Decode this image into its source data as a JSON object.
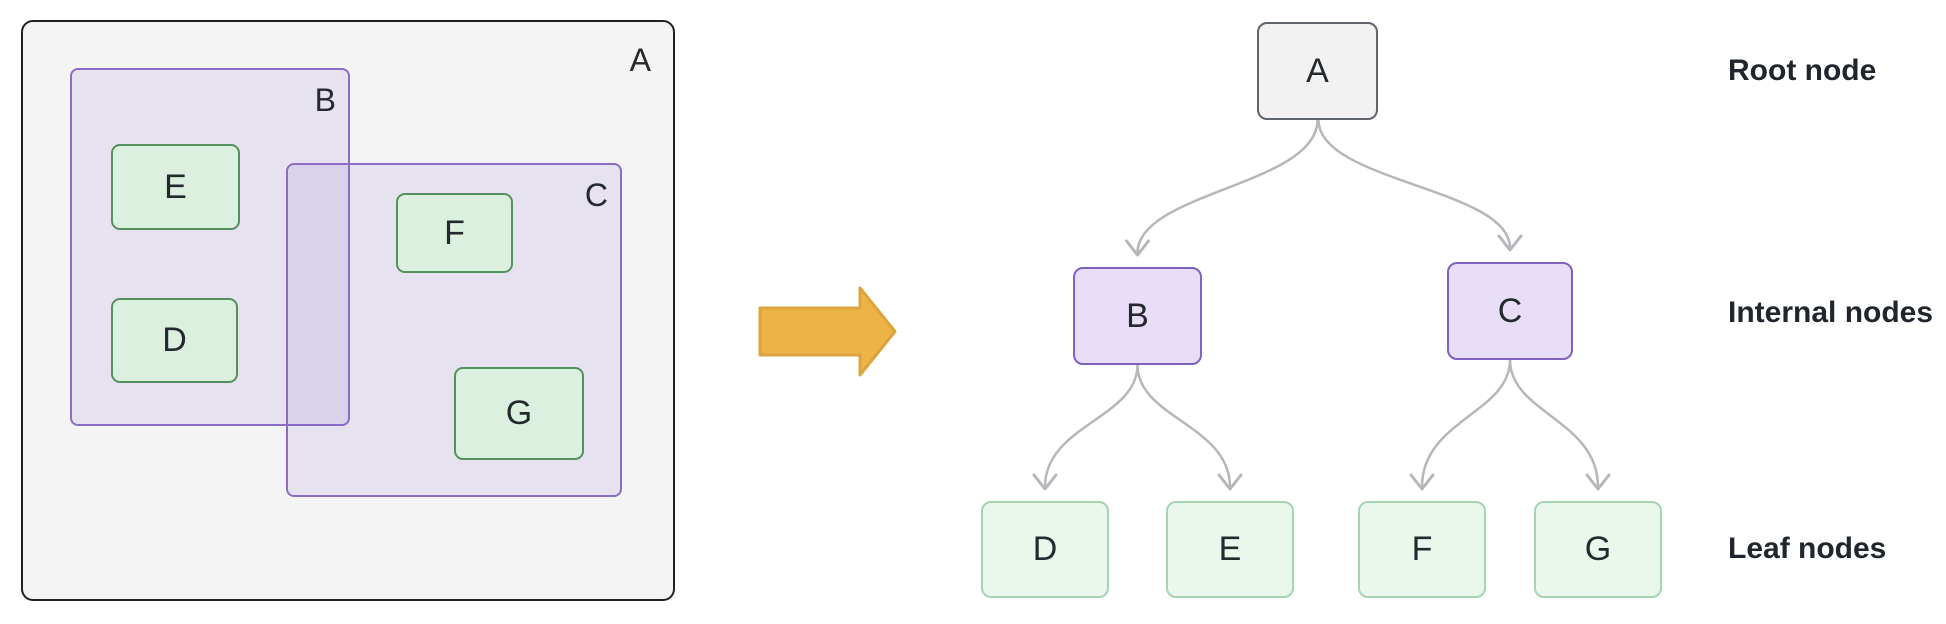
{
  "left_panel": {
    "container_label": "A",
    "set_b_label": "B",
    "set_c_label": "C",
    "box_e": "E",
    "box_d": "D",
    "box_f": "F",
    "box_g": "G"
  },
  "tree": {
    "root": "A",
    "internal_b": "B",
    "internal_c": "C",
    "leaf_d": "D",
    "leaf_e": "E",
    "leaf_f": "F",
    "leaf_g": "G"
  },
  "legend": {
    "root": "Root node",
    "internal": "Internal nodes",
    "leaves": "Leaf nodes"
  },
  "icons": {
    "transform_arrow": "right-arrow-icon"
  },
  "colors": {
    "panel_fill": "#f4f4f5",
    "panel_border": "#202020",
    "purple_set_border": "#8b6cc7",
    "purple_node_fill": "#e9def8",
    "purple_node_border": "#7e62c2",
    "green_box_fill": "#dcf0df",
    "green_box_border": "#55915f",
    "leaf_fill": "#eaf7ed",
    "leaf_border": "#a5d4b1",
    "root_node_fill": "#f2f2f2",
    "root_node_border": "#60656c",
    "arrow_orange": "#ecb347",
    "arrow_orange_edge": "#dba43e",
    "link_gray": "#b7b7bb",
    "text_dark": "#21262e"
  }
}
